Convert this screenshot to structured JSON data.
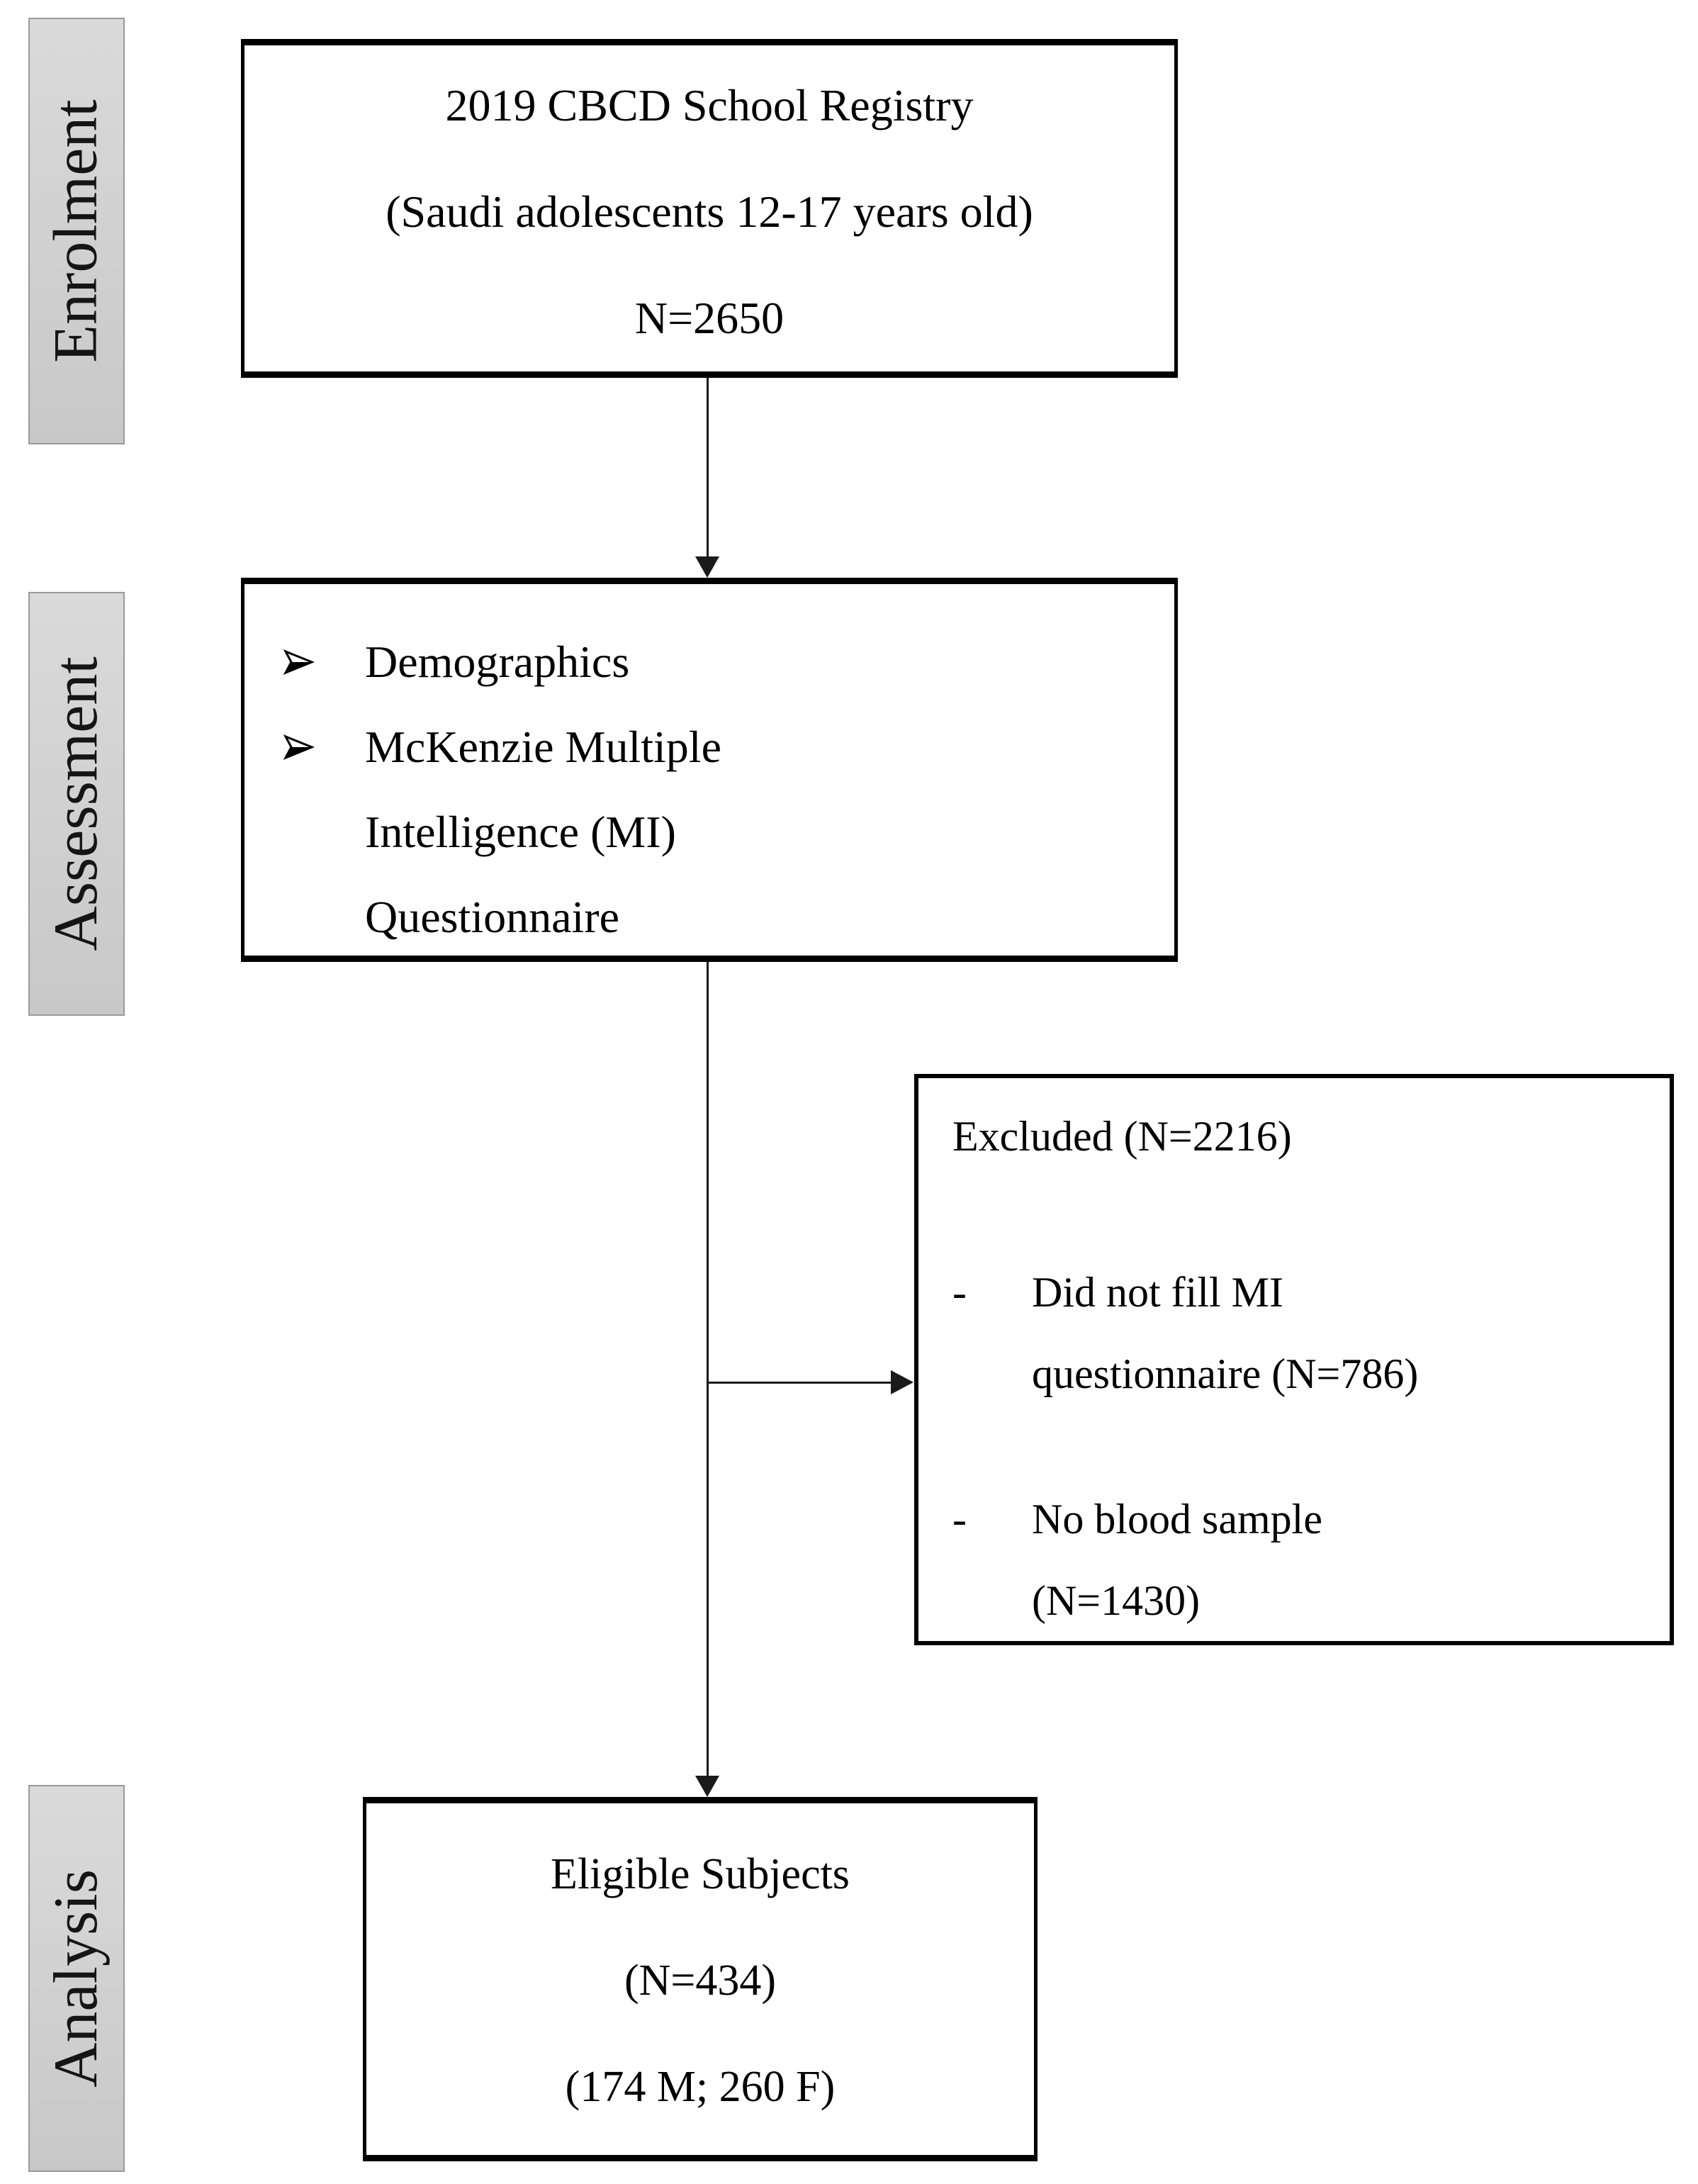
{
  "figure": {
    "type": "study-enrolment-flow-diagram"
  },
  "stages": [
    {
      "label": "Enrolment"
    },
    {
      "label": "Assessment"
    },
    {
      "label": "Analysis"
    }
  ],
  "boxes": {
    "registry": {
      "lines": [
        "2019 CBCD School Registry",
        "(Saudi adolescents 12-17 years old)",
        "N=2650"
      ]
    },
    "assessment": {
      "items": [
        {
          "lines": [
            "Demographics"
          ]
        },
        {
          "lines": [
            "McKenzie Multiple",
            "Intelligence (MI)",
            "Questionnaire"
          ]
        }
      ]
    },
    "excluded": {
      "title": "Excluded (N=2216)",
      "marker": "-",
      "items": [
        {
          "lines": [
            "Did not fill MI",
            "questionnaire (N=786)"
          ]
        },
        {
          "lines": [
            "No blood sample",
            "(N=1430)"
          ]
        }
      ]
    },
    "eligible": {
      "lines": [
        "Eligible Subjects",
        "(N=434)",
        "(174 M; 260 F)"
      ]
    }
  },
  "icons": {
    "bullet_icon": "3d-right-arrowhead-icon"
  },
  "colors": {
    "background": "#ffffff",
    "text": "#000000",
    "box_border": "#000000",
    "line": "#1a1a1a",
    "stage_bar_top": "#dadada",
    "stage_bar_bottom": "#c8c8c8",
    "stage_bar_border": "#9a9a9a"
  }
}
